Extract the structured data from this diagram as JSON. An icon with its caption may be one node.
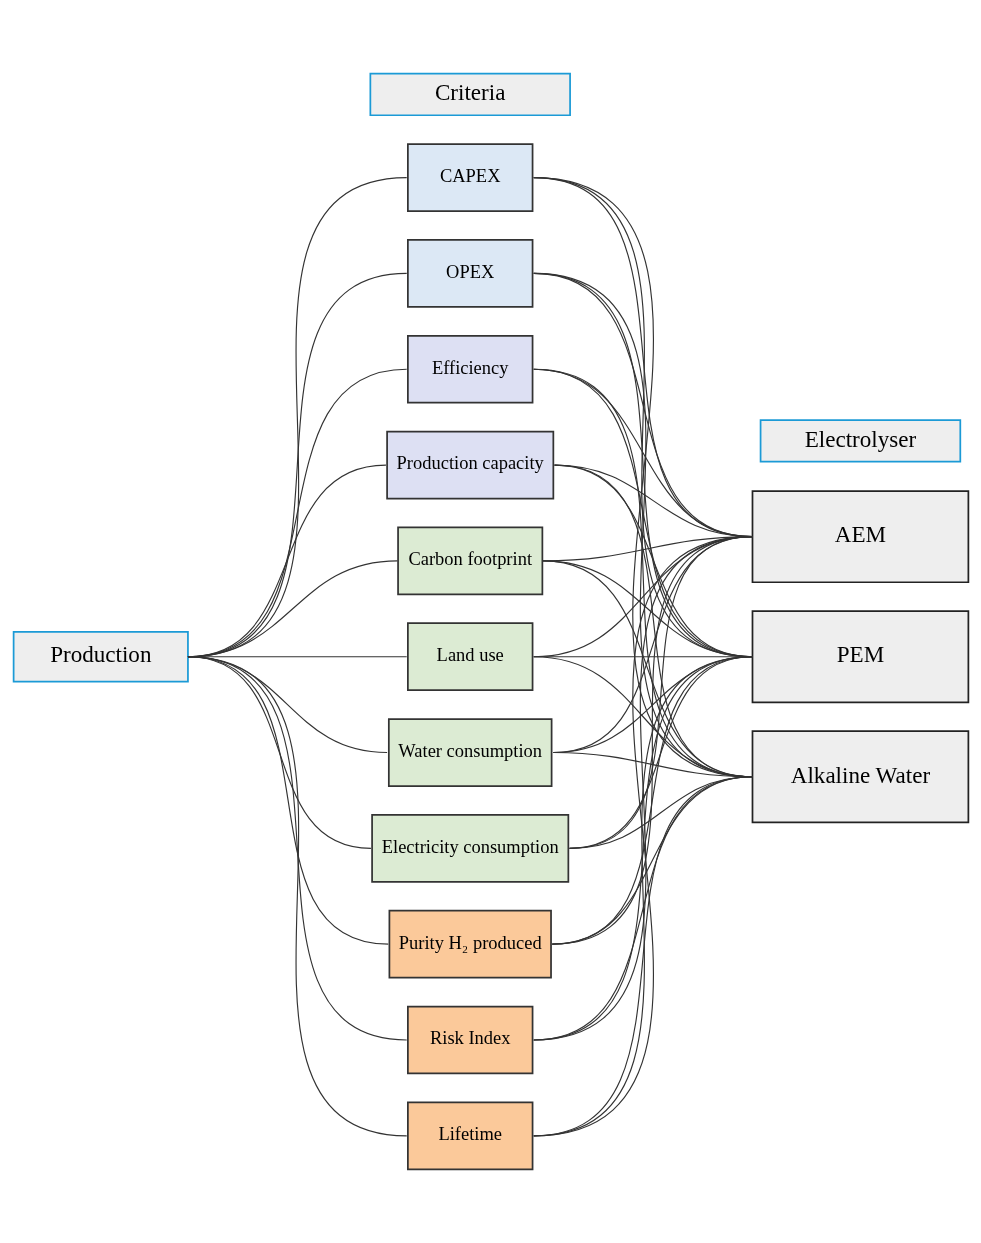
{
  "diagram": {
    "nodes": [
      {
        "text": [
          "Criteria"
        ]
      },
      {
        "text": [
          "Electrolyser"
        ]
      },
      {
        "text": [
          "Production"
        ]
      },
      {
        "text": [
          "CAPEX"
        ]
      },
      {
        "text": [
          "OPEX"
        ]
      },
      {
        "text": [
          "Efficiency"
        ]
      },
      {
        "text": [
          "Production capacity"
        ]
      },
      {
        "text": [
          "Carbon footprint"
        ]
      },
      {
        "text": [
          "Land use"
        ]
      },
      {
        "text": [
          "Water consumption"
        ]
      },
      {
        "text": [
          "Electricity consumption"
        ]
      },
      {
        "text": [
          "Purity H₂ produced"
        ]
      },
      {
        "text": [
          "Risk Index"
        ]
      },
      {
        "text": [
          "Lifetime"
        ]
      },
      {
        "text": [
          "AEM"
        ]
      },
      {
        "text": [
          "PEM"
        ]
      },
      {
        "text": [
          "Alkaline Water"
        ]
      }
    ],
    "edges": [
      {
        "from": 2,
        "to": 3,
        "arrow": "none"
      },
      {
        "from": 2,
        "to": 4,
        "arrow": "none"
      },
      {
        "from": 2,
        "to": 5,
        "arrow": "none"
      },
      {
        "from": 2,
        "to": 6,
        "arrow": "none"
      },
      {
        "from": 2,
        "to": 7,
        "arrow": "none"
      },
      {
        "from": 2,
        "to": 8,
        "arrow": "none"
      },
      {
        "from": 2,
        "to": 9,
        "arrow": "none"
      },
      {
        "from": 2,
        "to": 10,
        "arrow": "none"
      },
      {
        "from": 2,
        "to": 11,
        "arrow": "none"
      },
      {
        "from": 2,
        "to": 12,
        "arrow": "none"
      },
      {
        "from": 2,
        "to": 13,
        "arrow": "none"
      },
      {
        "from": 3,
        "to": 14,
        "arrow": "none"
      },
      {
        "from": 3,
        "to": 15,
        "arrow": "none"
      },
      {
        "from": 3,
        "to": 16,
        "arrow": "none"
      },
      {
        "from": 4,
        "to": 14,
        "arrow": "none"
      },
      {
        "from": 4,
        "to": 15,
        "arrow": "none"
      },
      {
        "from": 4,
        "to": 16,
        "arrow": "none"
      },
      {
        "from": 5,
        "to": 14,
        "arrow": "none"
      },
      {
        "from": 5,
        "to": 15,
        "arrow": "none"
      },
      {
        "from": 5,
        "to": 16,
        "arrow": "none"
      },
      {
        "from": 6,
        "to": 14,
        "arrow": "none"
      },
      {
        "from": 6,
        "to": 15,
        "arrow": "none"
      },
      {
        "from": 6,
        "to": 16,
        "arrow": "none"
      },
      {
        "from": 7,
        "to": 14,
        "arrow": "none"
      },
      {
        "from": 7,
        "to": 15,
        "arrow": "none"
      },
      {
        "from": 7,
        "to": 16,
        "arrow": "none"
      },
      {
        "from": 8,
        "to": 14,
        "arrow": "none"
      },
      {
        "from": 8,
        "to": 15,
        "arrow": "none"
      },
      {
        "from": 8,
        "to": 16,
        "arrow": "none"
      },
      {
        "from": 9,
        "to": 14,
        "arrow": "none"
      },
      {
        "from": 9,
        "to": 15,
        "arrow": "none"
      },
      {
        "from": 9,
        "to": 16,
        "arrow": "none"
      },
      {
        "from": 10,
        "to": 14,
        "arrow": "none"
      },
      {
        "from": 10,
        "to": 15,
        "arrow": "none"
      },
      {
        "from": 10,
        "to": 16,
        "arrow": "none"
      },
      {
        "from": 11,
        "to": 14,
        "arrow": "none"
      },
      {
        "from": 11,
        "to": 15,
        "arrow": "none"
      },
      {
        "from": 11,
        "to": 16,
        "arrow": "none"
      },
      {
        "from": 12,
        "to": 14,
        "arrow": "none"
      },
      {
        "from": 12,
        "to": 15,
        "arrow": "none"
      },
      {
        "from": 12,
        "to": 16,
        "arrow": "none"
      },
      {
        "from": 13,
        "to": 14,
        "arrow": "none"
      },
      {
        "from": 13,
        "to": 15,
        "arrow": "none"
      },
      {
        "from": 13,
        "to": 16,
        "arrow": "none"
      }
    ]
  }
}
